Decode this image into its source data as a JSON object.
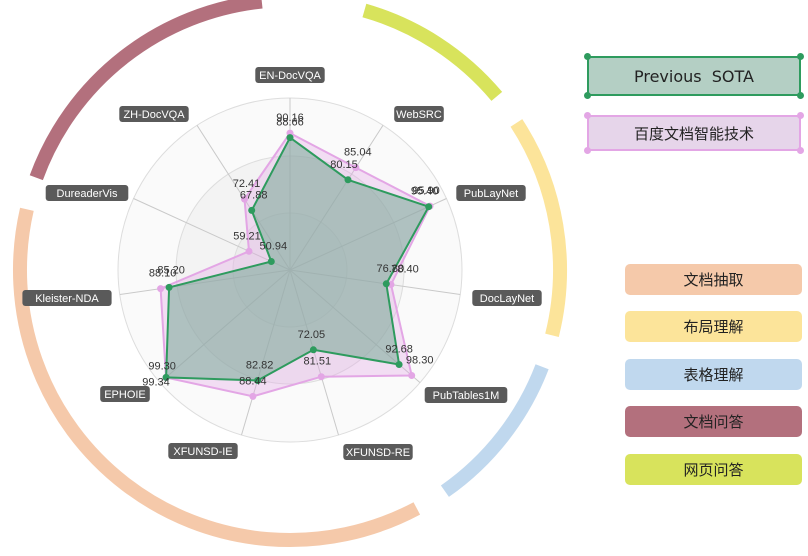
{
  "chart_data": {
    "type": "radar",
    "axes": [
      "EN-DocVQA",
      "WebSRC",
      "PubLayNet",
      "DocLayNet",
      "PubTables1M",
      "XFUNSD-RE",
      "XFUNSD-IE",
      "EPHOIE",
      "Kleister-NDA",
      "DureaderVis",
      "ZH-DocVQA"
    ],
    "series": [
      {
        "name": "Previous  SOTA",
        "values": [
          88.66,
          80.15,
          95.4,
          76.8,
          92.68,
          72.05,
          82.82,
          99.3,
          85.2,
          50.94,
          67.88
        ],
        "color": "#2e9b5e"
      },
      {
        "name": "百度文档智能技术",
        "values": [
          90.16,
          85.04,
          95.9,
          78.4,
          98.3,
          81.51,
          88.44,
          99.34,
          88.1,
          59.21,
          72.41
        ],
        "color": "#e3a6e5"
      }
    ],
    "series_labels": [
      [
        "88.66",
        "80.15",
        "95.40",
        "76.80",
        "92.68",
        "72.05",
        "82.82",
        "99.30",
        "85.20",
        "50.94",
        "67.88"
      ],
      [
        "90.16",
        "85.04",
        "95.90",
        "78.40",
        "98.30",
        "81.51",
        "88.44",
        "99.34",
        "88.10",
        "59.21",
        "72.41"
      ]
    ],
    "categories": [
      {
        "name": "文档抽取",
        "color": "#f5c9aa"
      },
      {
        "name": "布局理解",
        "color": "#fce49a"
      },
      {
        "name": "表格理解",
        "color": "#c0d8ee"
      },
      {
        "name": "文档问答",
        "color": "#b3707d"
      },
      {
        "name": "网页问答",
        "color": "#d8e35c"
      }
    ]
  }
}
